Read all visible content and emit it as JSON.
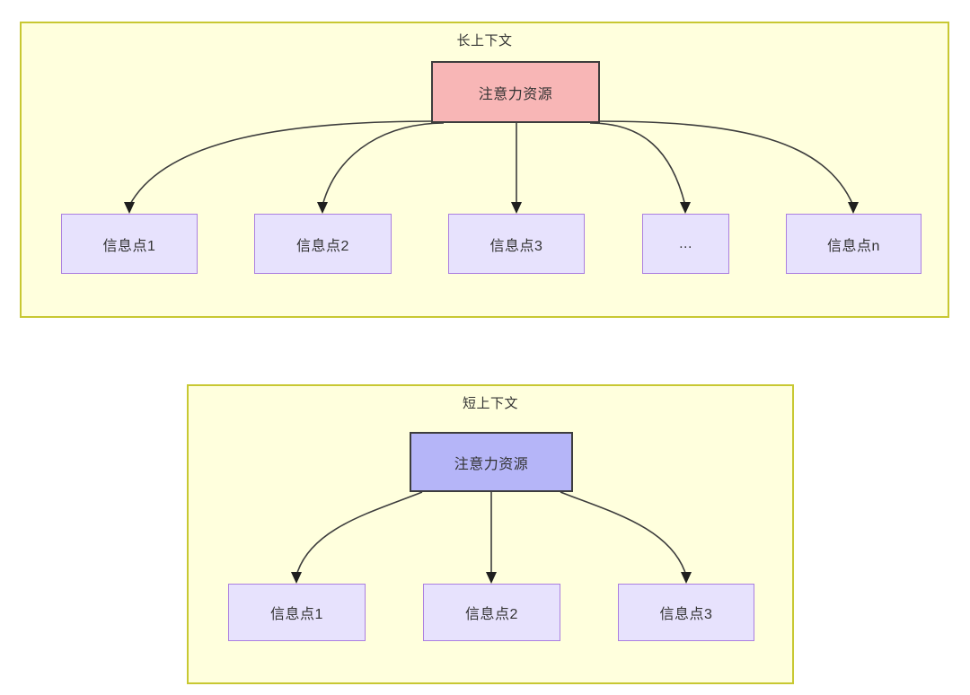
{
  "diagram": {
    "type": "node-link-diagram",
    "background_color": "#ffffff",
    "panels": [
      {
        "id": "long-context",
        "title": "长上下文",
        "fill_color": "#ffffdd",
        "border_color": "#c8c832",
        "root": {
          "label": "注意力资源",
          "fill_color": "#f8b6b6",
          "border_color": "#3d3d3d"
        },
        "children": [
          {
            "label": "信息点1",
            "fill_color": "#e7e2fd",
            "border_color": "#ab7fe0"
          },
          {
            "label": "信息点2",
            "fill_color": "#e7e2fd",
            "border_color": "#ab7fe0"
          },
          {
            "label": "信息点3",
            "fill_color": "#e7e2fd",
            "border_color": "#ab7fe0"
          },
          {
            "label": "...",
            "fill_color": "#e7e2fd",
            "border_color": "#ab7fe0"
          },
          {
            "label": "信息点n",
            "fill_color": "#e7e2fd",
            "border_color": "#ab7fe0"
          }
        ]
      },
      {
        "id": "short-context",
        "title": "短上下文",
        "fill_color": "#ffffdd",
        "border_color": "#c8c832",
        "root": {
          "label": "注意力资源",
          "fill_color": "#b5b5f8",
          "border_color": "#3d3d3d"
        },
        "children": [
          {
            "label": "信息点1",
            "fill_color": "#e7e2fd",
            "border_color": "#ab7fe0"
          },
          {
            "label": "信息点2",
            "fill_color": "#e7e2fd",
            "border_color": "#ab7fe0"
          },
          {
            "label": "信息点3",
            "fill_color": "#e7e2fd",
            "border_color": "#ab7fe0"
          }
        ]
      }
    ]
  }
}
